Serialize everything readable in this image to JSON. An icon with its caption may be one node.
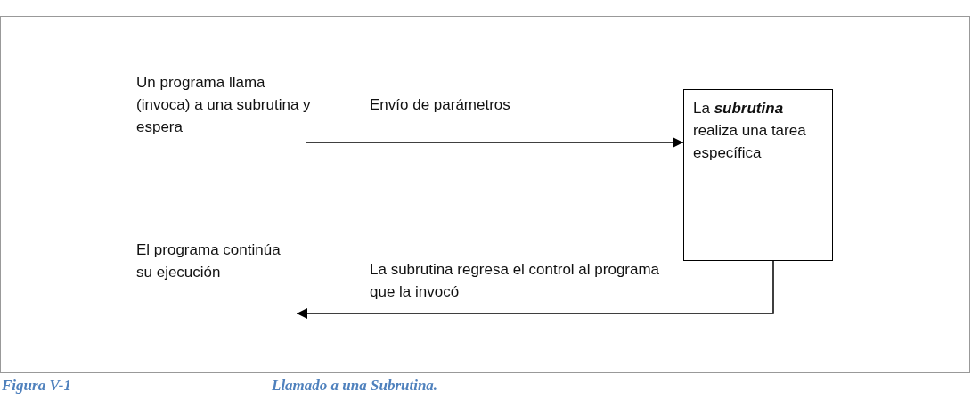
{
  "diagram": {
    "caption": "Llamado a una Subrutina.",
    "nodes": [
      {
        "text": [
          "Un programa llama (invoca)  a una subrutina y espera"
        ]
      },
      {
        "text": [
          "La **subrutina** realiza una tarea específica"
        ]
      },
      {
        "text": [
          "El programa continúa su ejecución"
        ]
      }
    ],
    "edges": [
      {
        "from": 0,
        "to": 1,
        "arrow": "to",
        "label": "Envío de parámetros"
      },
      {
        "from": 1,
        "to": 2,
        "arrow": "to",
        "label": "La subrutina regresa el control al programa que la invocó"
      }
    ],
    "labels": [
      "Figura V-1"
    ]
  }
}
